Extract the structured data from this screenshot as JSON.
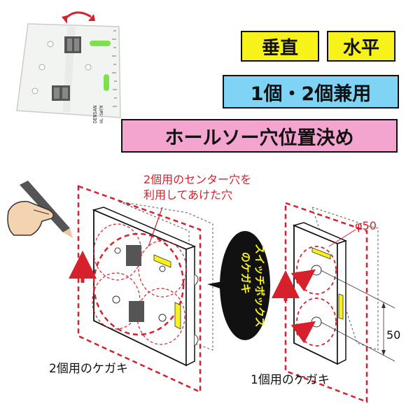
{
  "tags": {
    "vertical": "垂直",
    "horizontal": "水平",
    "dual_use": "1個・2個兼用",
    "hole_saw": "ホールソー穴位置決め"
  },
  "notes": {
    "center_hole_line1": "2個用のセンター穴を",
    "center_hole_line2": "利用してあけた穴"
  },
  "captions": {
    "double": "2個用のケガキ",
    "single": "1個用のケガキ"
  },
  "bubble": {
    "line1": "スイッチボックス",
    "line2": "のケガキ"
  },
  "dimensions": {
    "diameter": "φ50",
    "spacing": "50"
  },
  "product_marks": {
    "brand": "DENSAN",
    "model": "HL-SWTM"
  },
  "colors": {
    "vertical_bg": "#f7f21a",
    "horizontal_bg": "#f7f21a",
    "dual_bg": "#7fd3f5",
    "holesaw_bg": "#f3a5cf",
    "accent_red": "#d6202b",
    "level_green": "#7ee04a"
  }
}
